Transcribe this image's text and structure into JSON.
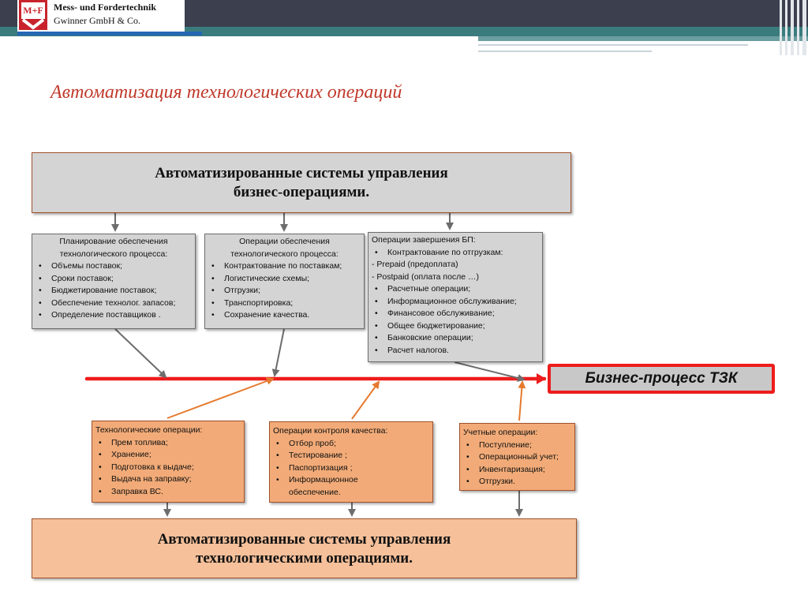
{
  "header": {
    "logo_mark": "M+F",
    "company_line1": "Mess- und Fordertechnik",
    "company_line2": "Gwinner GmbH & Co."
  },
  "title": "Автоматизация технологических операций",
  "top_system": {
    "line1": "Автоматизированные системы управления",
    "line2": "бизнес-операциями."
  },
  "planning": {
    "header_line1": "Планирование обеспечения",
    "header_line2": "технологического процесса:",
    "items": [
      "Объемы поставок;",
      "Сроки поставок;",
      "Бюджетирование поставок;",
      "Обеспечение технолог. запасов;",
      "Определение поставщиков ."
    ]
  },
  "support_ops": {
    "header_line1": "Операции обеспечения",
    "header_line2": "технологического процесса:",
    "items": [
      "Контрактование по поставкам;",
      "Логистические схемы;",
      "Отгрузки;",
      "Транспортировка;",
      "Сохранение качества."
    ]
  },
  "completion_ops": {
    "header": "Операции завершения БП:",
    "item_contract": "Контрактование по отгрузкам:",
    "prepaid": "- Prepaid (предоплата)",
    "postpaid": "- Postpaid (оплата после …)",
    "items": [
      "Расчетные операции;",
      "Информационное обслуживание;",
      "Финансовое обслуживание;",
      "Общее бюджетирование;",
      "Банковские операции;",
      "Расчет налогов."
    ]
  },
  "business_process": "Бизнес-процесс ТЗК",
  "tech_ops": {
    "header": "Технологические операции:",
    "items": [
      "Прем топлива;",
      "Хранение;",
      "Подготовка к выдаче;",
      "Выдача на заправку;",
      "Заправка ВС."
    ]
  },
  "quality_ops": {
    "header": "Операции контроля качества:",
    "items": [
      "Отбор проб;",
      "Тестирование ;",
      "Паспортизация ;",
      "Информационное"
    ],
    "item_cont": "обеспечение."
  },
  "accounting_ops": {
    "header": "Учетные операции:",
    "items": [
      "Поступление;",
      "Операционный учет;",
      "Инвентаризация;",
      "Отгрузки."
    ]
  },
  "bottom_system": {
    "line1": "Автоматизированные системы управления",
    "line2": "технологическими операциями."
  },
  "colors": {
    "process_line": "#ee1c1c",
    "gray_arrow": "#6d6d6d",
    "orange_arrow": "#e57a2e",
    "title": "#c0392b"
  }
}
